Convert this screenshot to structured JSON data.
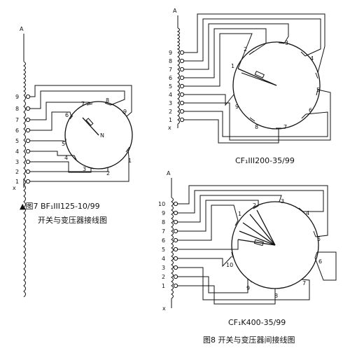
{
  "diagram_a": {
    "top_label": "A",
    "bottom_label": "x",
    "terminals": [
      "9",
      "8",
      "7",
      "6",
      "5",
      "4",
      "3",
      "2",
      "1"
    ],
    "contacts": [
      "7",
      "8",
      "9",
      "6",
      "5",
      "4",
      "3",
      "2",
      "1"
    ],
    "center_label": "N",
    "caption_line1": "▲图7  BF₁III125-10/99",
    "caption_line2": "开关与变压器接线图"
  },
  "diagram_b": {
    "top_label": "A",
    "bottom_label": "x",
    "terminals": [
      "9",
      "8",
      "7",
      "6",
      "5",
      "4",
      "3",
      "2",
      "1"
    ],
    "contacts": [
      "2",
      "3",
      "4",
      "1",
      "5",
      "6",
      "7",
      "8",
      "9"
    ],
    "caption": "CF₁III200-35/99"
  },
  "diagram_c": {
    "top_label": "A",
    "bottom_label": "x",
    "terminals": [
      "10",
      "9",
      "8",
      "7",
      "6",
      "5",
      "4",
      "3",
      "2",
      "1"
    ],
    "contacts": [
      "2",
      "3",
      "4",
      "1",
      "5",
      "6",
      "10",
      "7",
      "9",
      "8"
    ],
    "caption_line1": "CF₁K400-35/99",
    "caption_line2": "图8  开关与变压器间接线图"
  }
}
